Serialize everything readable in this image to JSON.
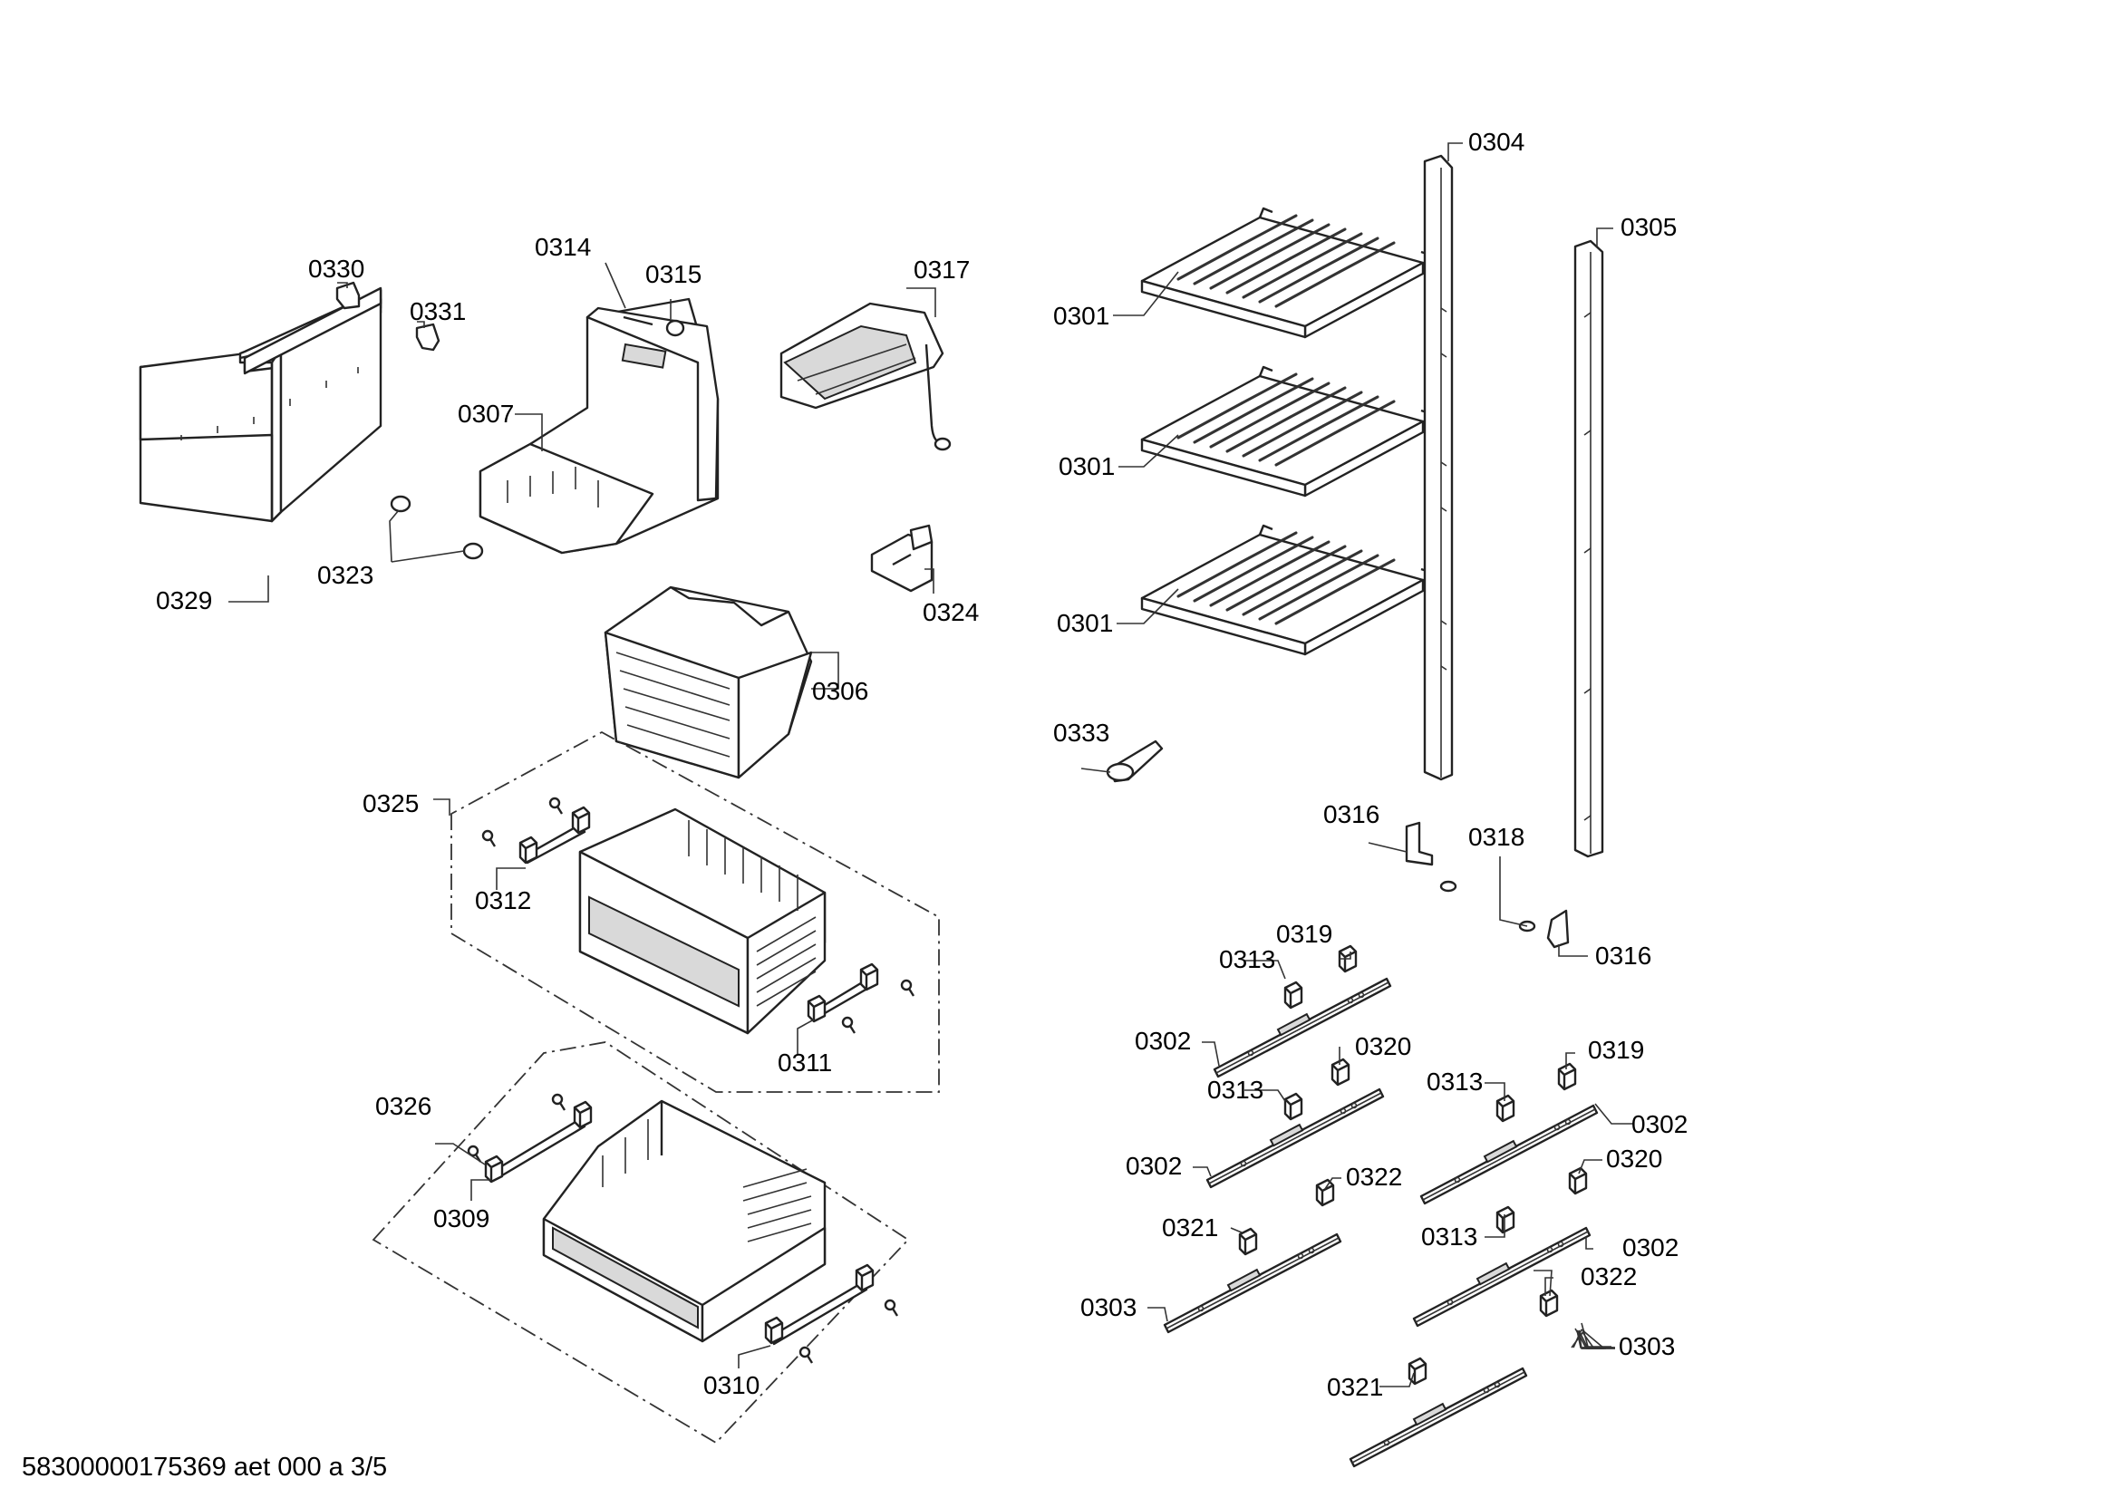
{
  "footer": {
    "document_id": "58300000175369 aet 000 a 3/5"
  },
  "labels": {
    "p0301": "0301",
    "p0302": "0302",
    "p0303": "0303",
    "p0304": "0304",
    "p0305": "0305",
    "p0306": "0306",
    "p0307": "0307",
    "p0309": "0309",
    "p0310": "0310",
    "p0311": "0311",
    "p0312": "0312",
    "p0313": "0313",
    "p0314": "0314",
    "p0315": "0315",
    "p0316": "0316",
    "p0317": "0317",
    "p0318": "0318",
    "p0319": "0319",
    "p0320": "0320",
    "p0321": "0321",
    "p0322": "0322",
    "p0323": "0323",
    "p0324": "0324",
    "p0325": "0325",
    "p0326": "0326",
    "p0329": "0329",
    "p0330": "0330",
    "p0331": "0331",
    "p0333": "0333"
  }
}
